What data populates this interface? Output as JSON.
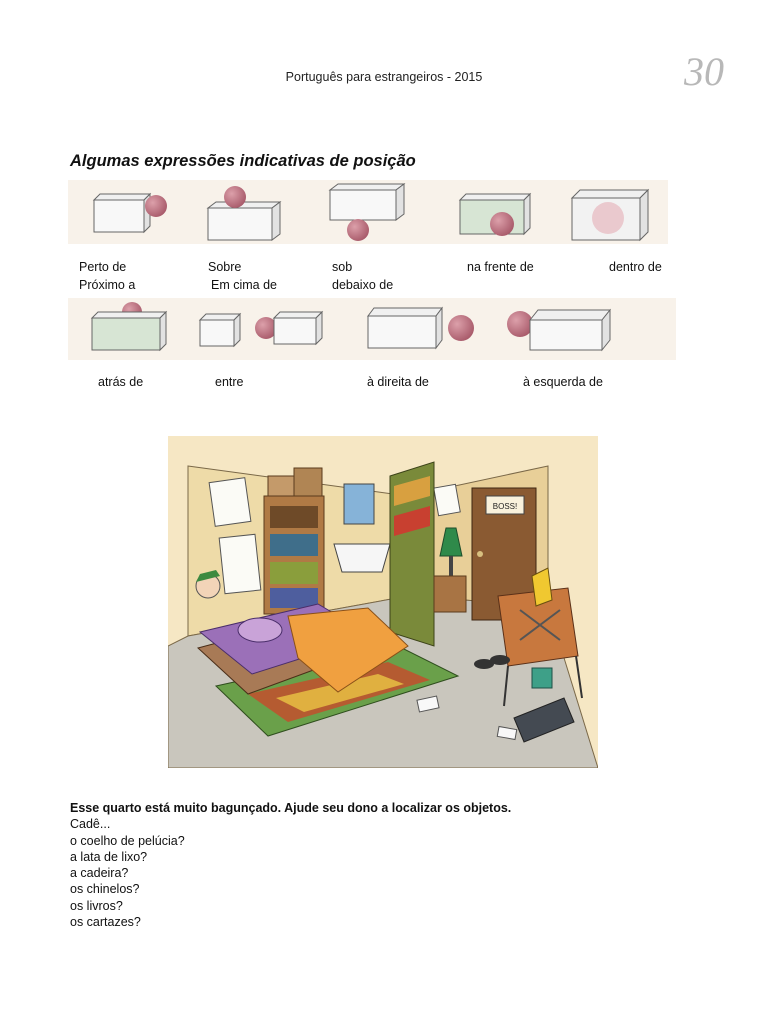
{
  "header": {
    "title": "Português para estrangeiros  - 2015",
    "page_number": "30"
  },
  "section": {
    "title": "Algumas expressões indicativas de posição"
  },
  "row1_labels": [
    {
      "main": "Perto de",
      "alt": "Próximo a"
    },
    {
      "main": "Sobre",
      "alt": "Em cima de"
    },
    {
      "main": "sob",
      "alt": "debaixo de"
    },
    {
      "main": "na frente de",
      "alt": ""
    },
    {
      "main": "dentro de",
      "alt": ""
    }
  ],
  "row2_labels": [
    "atrás de",
    "entre",
    "à direita de",
    "à esquerda de"
  ],
  "room_illustration": {
    "door_sign": "BOSS!"
  },
  "instructions": {
    "intro": "Esse quarto está muito bagunçado. Ajude seu dono a localizar os objetos.",
    "prompt": "Cadê...",
    "items": [
      "o coelho de pelúcia?",
      "a lata de lixo?",
      "a cadeira?",
      "os chinelos?",
      "os livros?",
      "os cartazes?"
    ]
  },
  "colors": {
    "ball": "#c67c8a",
    "box_face": "#f5f5f5",
    "box_tint": "#d7e5d4",
    "strip_bg": "#f8f2ea",
    "page_number": "#b8b8b8"
  }
}
